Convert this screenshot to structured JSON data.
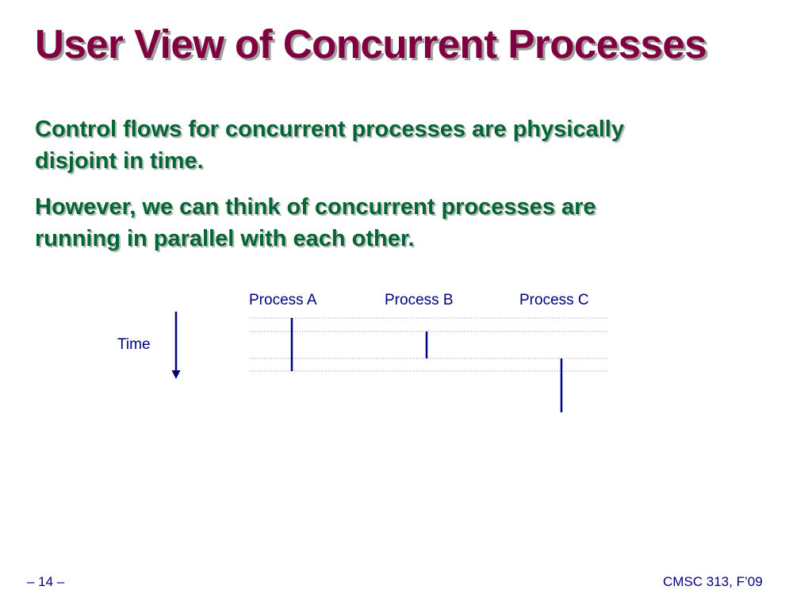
{
  "slide": {
    "title": "User View of Concurrent Processes",
    "bullets": [
      {
        "lines": [
          "Control flows for concurrent processes are physically",
          "disjoint in time."
        ]
      },
      {
        "lines": [
          "However, we can think of concurrent processes are",
          "running in parallel with each other."
        ]
      }
    ]
  },
  "diagram": {
    "time_label": "Time",
    "processes": [
      {
        "label": "Process A"
      },
      {
        "label": "Process B"
      },
      {
        "label": "Process C"
      }
    ]
  },
  "footer": {
    "page_number": "– 14 –",
    "course": "CMSC 313, F’09"
  },
  "colors": {
    "title": "#800040",
    "bullet_text": "#006633",
    "diagram": "#000080"
  }
}
